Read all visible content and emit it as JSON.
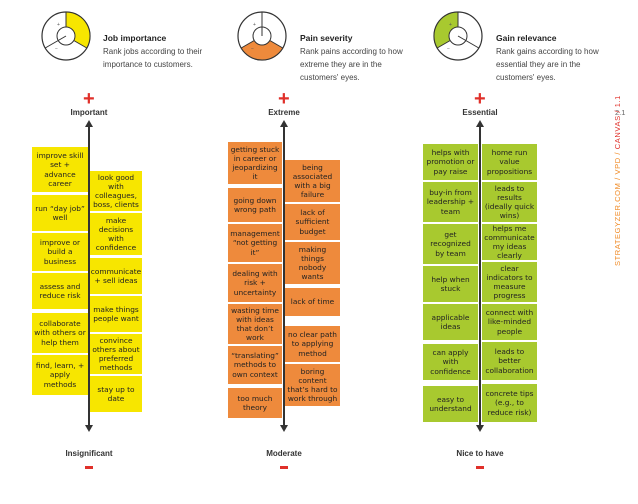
{
  "headers": {
    "jobs": {
      "title": "Job importance",
      "desc": "Rank jobs according to their importance to customers."
    },
    "pains": {
      "title": "Pain severity",
      "desc": "Rank pains according to how extreme they are in the customers' eyes."
    },
    "gains": {
      "title": "Gain relevance",
      "desc": "Rank gains according to how essential they are in the customers' eyes."
    }
  },
  "axes": {
    "jobs": {
      "top": "Important",
      "bottom": "Insignificant"
    },
    "pains": {
      "top": "Extreme",
      "bottom": "Moderate"
    },
    "gains": {
      "top": "Essential",
      "bottom": "Nice to have"
    }
  },
  "symbols": {
    "plus": "+"
  },
  "colors": {
    "jobs": "#f7e600",
    "pains": "#ee8a3c",
    "gains": "#a8c92f",
    "accent": "#e0302a",
    "side": "#f08a24"
  },
  "page_number": "2.1",
  "side_text": {
    "plain": "STRATEGYZER.COM / VPD / ",
    "highlight": "CANVAS / 1.1"
  },
  "jobs_notes": [
    "improve skill set + advance career",
    "look good with colleagues, boss, clients",
    "run “day job” well",
    "make decisions with confidence",
    "improve or build a business",
    "communicate + sell ideas",
    "assess and reduce risk",
    "make things people want",
    "collaborate with others or help them",
    "convince others about preferred methods",
    "find, learn, + apply methods",
    "stay up to date"
  ],
  "pains_notes": [
    "getting stuck in career or jeopardizing it",
    "being associated with a big failure",
    "going down wrong path",
    "lack of sufficient budget",
    "management “not getting it”",
    "making things nobody wants",
    "dealing with risk + uncertainty",
    "lack of time",
    "wasting time with ideas that don’t work",
    "no clear path to applying method",
    "“translating” methods to own context",
    "boring content that’s hard to work through",
    "too much theory"
  ],
  "gains_notes": [
    "helps with promotion or pay raise",
    "home run value propositions",
    "buy-in from leadership + team",
    "leads to results (ideally quick wins)",
    "get recognized by team",
    "helps me communicate my ideas clearly",
    "help when stuck",
    "clear indicators to measure progress",
    "applicable ideas",
    "connect with like-minded people",
    "can apply with confidence",
    "leads to better collaboration",
    "easy to understand",
    "concrete tips (e.g., to reduce risk)"
  ]
}
